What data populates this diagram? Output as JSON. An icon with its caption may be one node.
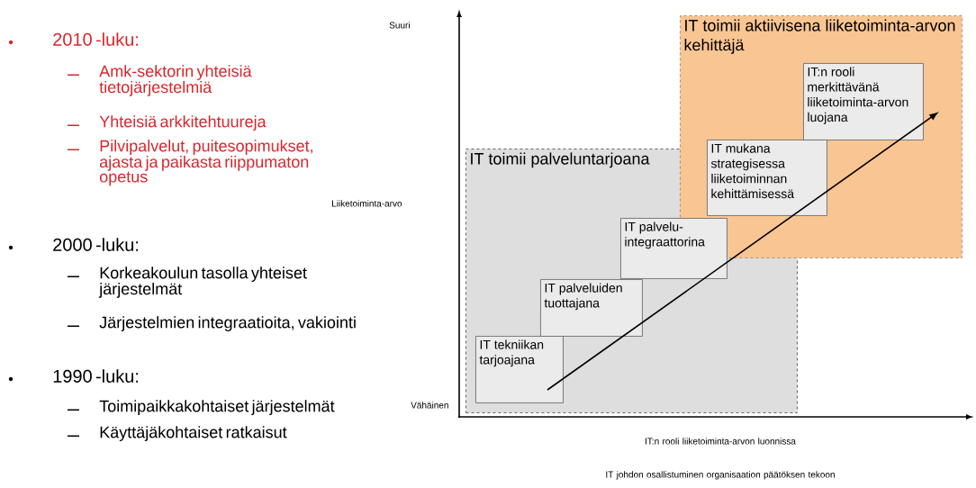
{
  "diagram": {
    "nodes": [
      {
        "text": [
          "IT toimii palveluntarjoana"
        ]
      },
      {
        "text": [
          "IT toimii aktiivisena liiketoiminta-arvon kehittäjä"
        ]
      },
      {
        "text": [
          "IT tekniikan tarjoajana"
        ],
        "in": 0
      },
      {
        "text": [
          "IT palveluiden tuottajana"
        ],
        "in": 0
      },
      {
        "text": [
          "IT palvelu-integraattorina"
        ],
        "in": 0
      },
      {
        "text": [
          "IT mukana strategisessa liiketoiminnan kehittämisessä"
        ],
        "in": 1
      },
      {
        "text": [
          "IT:n rooli merkittävänä liiketoiminta-arvon luojana"
        ],
        "in": 1
      }
    ],
    "labels": [
      "2010 -luku:",
      "Amk-sektorin yhteisiä tietojärjestelmiä",
      "Yhteisiä arkkitehtuureja",
      "Pilvipalvelut, puitesopimukset, ajasta ja paikasta riippumaton opetus",
      "2000 -luku:",
      "Korkeakoulun tasolla yhteiset järjestelmät",
      "Järjestelmien integraatioita, vakiointi",
      "1990 -luku:",
      "Toimipaikkakohtaiset järjestelmät",
      "Käyttäjäkohtaiset ratkaisut",
      "Suuri",
      "Liiketoiminta-arvo",
      "Vähäinen",
      "IT:n rooli liiketoiminta-arvon luonnissa",
      "IT johdon osallistuminen organisaation päätöksen tekoon"
    ]
  }
}
